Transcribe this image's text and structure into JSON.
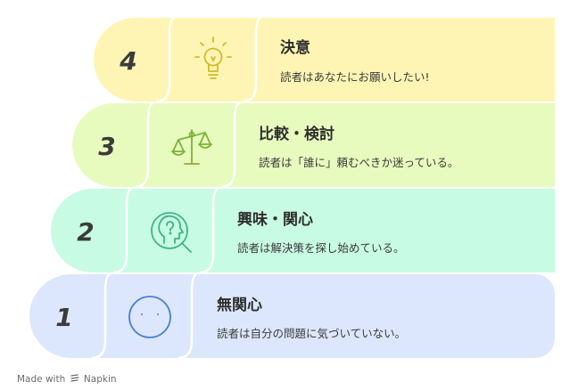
{
  "colors": {
    "step1_fill": "#dce7fd",
    "step1_icon": "#4a7fd8",
    "step2_fill": "#c8fbe3",
    "step2_icon": "#3cb487",
    "step3_fill": "#e7fbbe",
    "step3_icon": "#7fb238",
    "step4_fill": "#fef5b4",
    "step4_icon": "#d6b92a"
  },
  "steps": [
    {
      "number": "1",
      "title": "無関心",
      "description": "読者は自分の問題に気づいていない。",
      "icon": "neutral-face-icon"
    },
    {
      "number": "2",
      "title": "興味・関心",
      "description": "読者は解決策を探し始めている。",
      "icon": "head-question-icon"
    },
    {
      "number": "3",
      "title": "比較・検討",
      "description": "読者は「誰に」頼むべきか迷っている。",
      "icon": "balance-scale-icon"
    },
    {
      "number": "4",
      "title": "決意",
      "description": "読者はあなたにお願いしたい!",
      "icon": "lightbulb-icon"
    }
  ],
  "footer": {
    "made_with": "Made with",
    "brand": "Napkin"
  }
}
